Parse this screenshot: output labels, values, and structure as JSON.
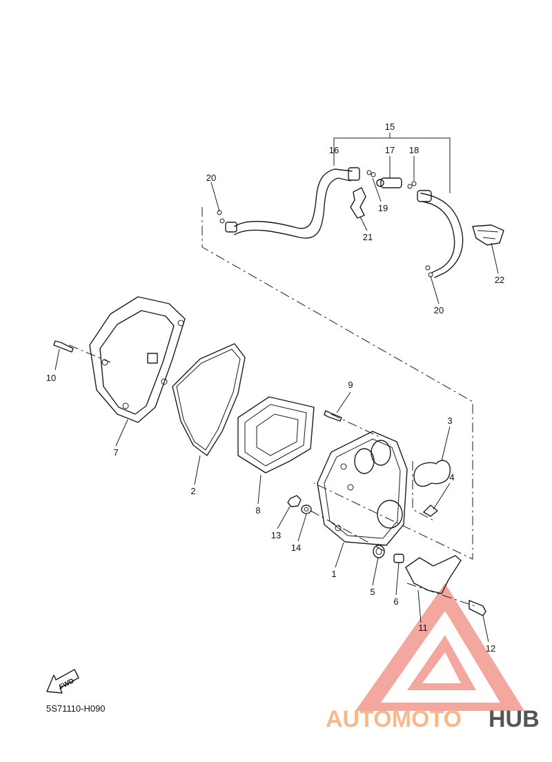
{
  "diagram_code": "5S71110-H090",
  "fwd_label": "FWD",
  "callouts": [
    "1",
    "2",
    "3",
    "4",
    "5",
    "6",
    "7",
    "8",
    "9",
    "10",
    "11",
    "12",
    "13",
    "14",
    "15",
    "16",
    "17",
    "18",
    "19",
    "20",
    "20",
    "21",
    "22"
  ],
  "watermark": {
    "text_a": "AUTOMOTO",
    "text_b": "HUB",
    "color_a": "#f7b98a",
    "color_b": "#555555",
    "logo_color": "#f08a80"
  }
}
